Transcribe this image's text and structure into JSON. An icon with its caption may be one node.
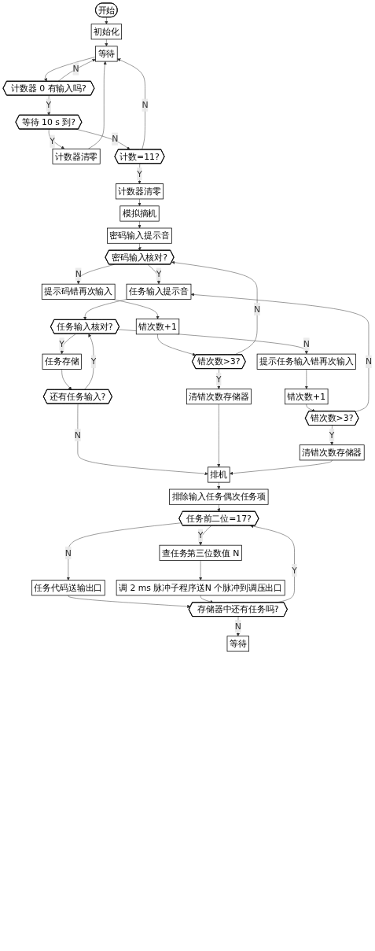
{
  "diagram": {
    "nodes": [
      {
        "text": [
          "开始"
        ]
      },
      {
        "text": [
          "初始化"
        ]
      },
      {
        "text": [
          "等待"
        ]
      },
      {
        "text": [
          "计数器 0 有输入吗?"
        ]
      },
      {
        "text": [
          "等待 10 s 到?"
        ]
      },
      {
        "text": [
          "计数器清零"
        ]
      },
      {
        "text": [
          "计数=11?"
        ]
      },
      {
        "text": [
          "计数器清零"
        ]
      },
      {
        "text": [
          "模拟摘机"
        ]
      },
      {
        "text": [
          "密码输入提示音"
        ]
      },
      {
        "text": [
          "密码输入核对?"
        ]
      },
      {
        "text": [
          "提示码错再次输入"
        ]
      },
      {
        "text": [
          "任务输入提示音"
        ]
      },
      {
        "text": [
          "错次数+1"
        ]
      },
      {
        "text": [
          "任务输入核对?"
        ]
      },
      {
        "text": [
          "提示任务输入错再次输入"
        ]
      },
      {
        "text": [
          "错次数>3?"
        ]
      },
      {
        "text": [
          "任务存储"
        ]
      },
      {
        "text": [
          "错次数+1"
        ]
      },
      {
        "text": [
          "错次数>3?"
        ]
      },
      {
        "text": [
          "清错次数存储器"
        ]
      },
      {
        "text": [
          "还有任务输入?"
        ]
      },
      {
        "text": [
          "清错次数存储器"
        ]
      },
      {
        "text": [
          "排机"
        ]
      },
      {
        "text": [
          "排除输入任务偶次任务项"
        ]
      },
      {
        "text": [
          "任务前二位=17?"
        ]
      },
      {
        "text": [
          "查任务第三位数值 N"
        ]
      },
      {
        "text": [
          "任务代码送输出口"
        ]
      },
      {
        "text": [
          "调 2 ms 脉冲子程序送N 个脉冲到调压出口"
        ]
      },
      {
        "text": [
          "存储器中还有任务吗?"
        ]
      },
      {
        "text": [
          "等待"
        ]
      }
    ],
    "edges": [
      {
        "from": 0,
        "to": 1,
        "arrow": "to"
      },
      {
        "from": 1,
        "to": 2,
        "arrow": "to"
      },
      {
        "from": 2,
        "to": 3,
        "arrow": "to"
      },
      {
        "from": 3,
        "to": 4,
        "arrow": "to",
        "label": "Y"
      },
      {
        "from": 3,
        "to": 2,
        "arrow": "to",
        "label": "N"
      },
      {
        "from": 4,
        "to": 5,
        "arrow": "to",
        "label": "Y"
      },
      {
        "from": 5,
        "to": 2,
        "arrow": "to"
      },
      {
        "from": 4,
        "to": 6,
        "arrow": "to",
        "label": "N"
      },
      {
        "from": 6,
        "to": 2,
        "arrow": "to",
        "label": "N"
      },
      {
        "from": 6,
        "to": 7,
        "arrow": "to",
        "label": "Y"
      },
      {
        "from": 7,
        "to": 8,
        "arrow": "to"
      },
      {
        "from": 8,
        "to": 9,
        "arrow": "to"
      },
      {
        "from": 9,
        "to": 10,
        "arrow": "to"
      },
      {
        "from": 10,
        "to": 11,
        "arrow": "to",
        "label": "N"
      },
      {
        "from": 10,
        "to": 12,
        "arrow": "to",
        "label": "Y"
      },
      {
        "from": 11,
        "to": 13,
        "arrow": "to"
      },
      {
        "from": 13,
        "to": 16,
        "arrow": "to"
      },
      {
        "from": 16,
        "to": 10,
        "arrow": "to",
        "label": "N"
      },
      {
        "from": 16,
        "to": 20,
        "arrow": "to",
        "label": "Y"
      },
      {
        "from": 12,
        "to": 14,
        "arrow": "to"
      },
      {
        "from": 14,
        "to": 15,
        "arrow": "to",
        "label": "N"
      },
      {
        "from": 14,
        "to": 17,
        "arrow": "to",
        "label": "Y"
      },
      {
        "from": 15,
        "to": 18,
        "arrow": "to"
      },
      {
        "from": 18,
        "to": 19,
        "arrow": "to"
      },
      {
        "from": 19,
        "to": 12,
        "arrow": "to",
        "label": "N"
      },
      {
        "from": 19,
        "to": 22,
        "arrow": "to",
        "label": "Y"
      },
      {
        "from": 17,
        "to": 21,
        "arrow": "to"
      },
      {
        "from": 21,
        "to": 14,
        "arrow": "to",
        "label": "Y"
      },
      {
        "from": 21,
        "to": 23,
        "arrow": "to",
        "label": "N"
      },
      {
        "from": 20,
        "to": 23,
        "arrow": "to"
      },
      {
        "from": 22,
        "to": 23,
        "arrow": "to"
      },
      {
        "from": 23,
        "to": 24,
        "arrow": "to"
      },
      {
        "from": 24,
        "to": 25,
        "arrow": "to"
      },
      {
        "from": 25,
        "to": 26,
        "arrow": "to",
        "label": "Y"
      },
      {
        "from": 25,
        "to": 27,
        "arrow": "to",
        "label": "N"
      },
      {
        "from": 26,
        "to": 28,
        "arrow": "to"
      },
      {
        "from": 27,
        "to": 29,
        "arrow": "to"
      },
      {
        "from": 28,
        "to": 29,
        "arrow": "to"
      },
      {
        "from": 29,
        "to": 25,
        "arrow": "to",
        "label": "Y"
      },
      {
        "from": 29,
        "to": 30,
        "arrow": "to",
        "label": "N"
      }
    ]
  }
}
